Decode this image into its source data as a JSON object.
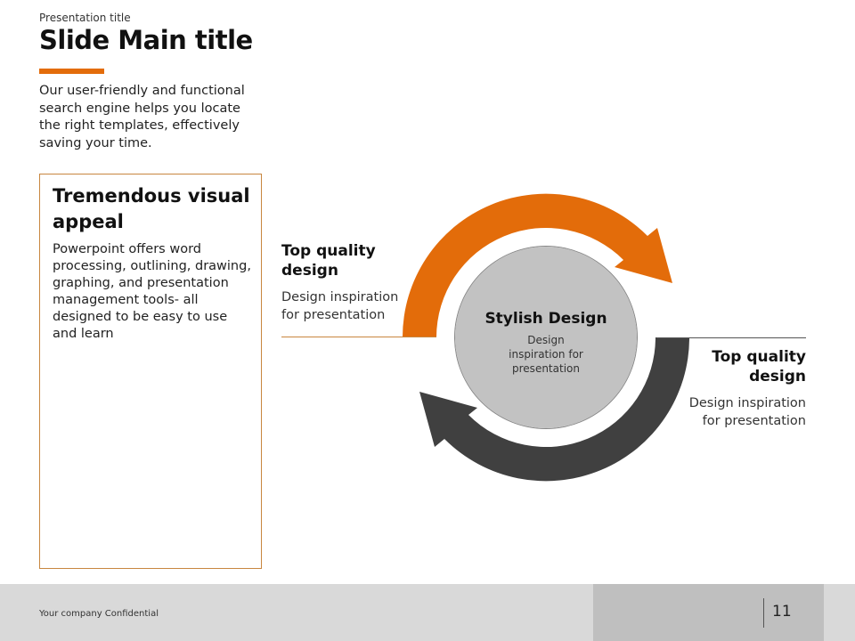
{
  "header": {
    "presentation_title": "Presentation title",
    "main_title": "Slide Main title",
    "intro": "Our user-friendly and functional search engine helps you locate the right templates, effectively saving your time."
  },
  "box": {
    "title": "Tremendous visual appeal",
    "body": "Powerpoint offers word processing, outlining, drawing, graphing, and presentation management tools- all designed to be easy to use and learn"
  },
  "left_label": {
    "title": "Top quality design",
    "desc": "Design inspiration for presentation"
  },
  "right_label": {
    "title": "Top quality design",
    "desc": "Design inspiration for presentation"
  },
  "center": {
    "title": "Stylish Design",
    "desc": "Design inspiration for presentation"
  },
  "footer": {
    "confidential": "Your company Confidential",
    "page_number": "11"
  },
  "colors": {
    "accent": "#e36c0a",
    "dark": "#404040"
  }
}
